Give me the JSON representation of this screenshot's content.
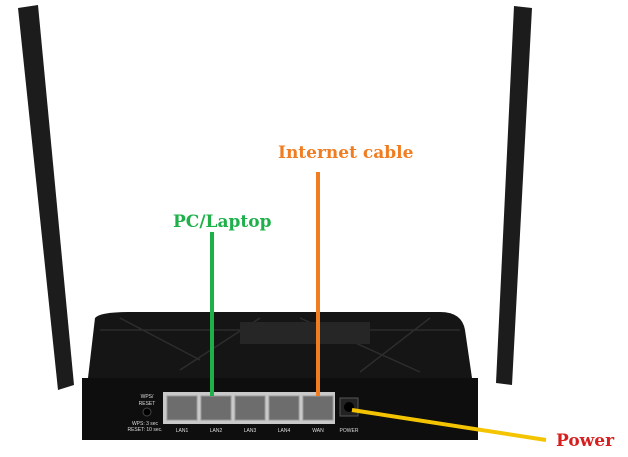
{
  "labels": {
    "internet": "Internet cable",
    "pc": "PC/Laptop",
    "power": "Power"
  },
  "ports": [
    "LAN1",
    "LAN2",
    "LAN3",
    "LAN4",
    "WAN"
  ],
  "power_port": "POWER",
  "wps": {
    "title1": "WPS/",
    "title2": "RESET",
    "note1": "WPS: 3 sec",
    "note2": "RESET: 10 sec."
  },
  "colors": {
    "internet": "#f07d21",
    "pc": "#1fb04a",
    "power": "#d62020",
    "power_line": "#f5c400"
  }
}
